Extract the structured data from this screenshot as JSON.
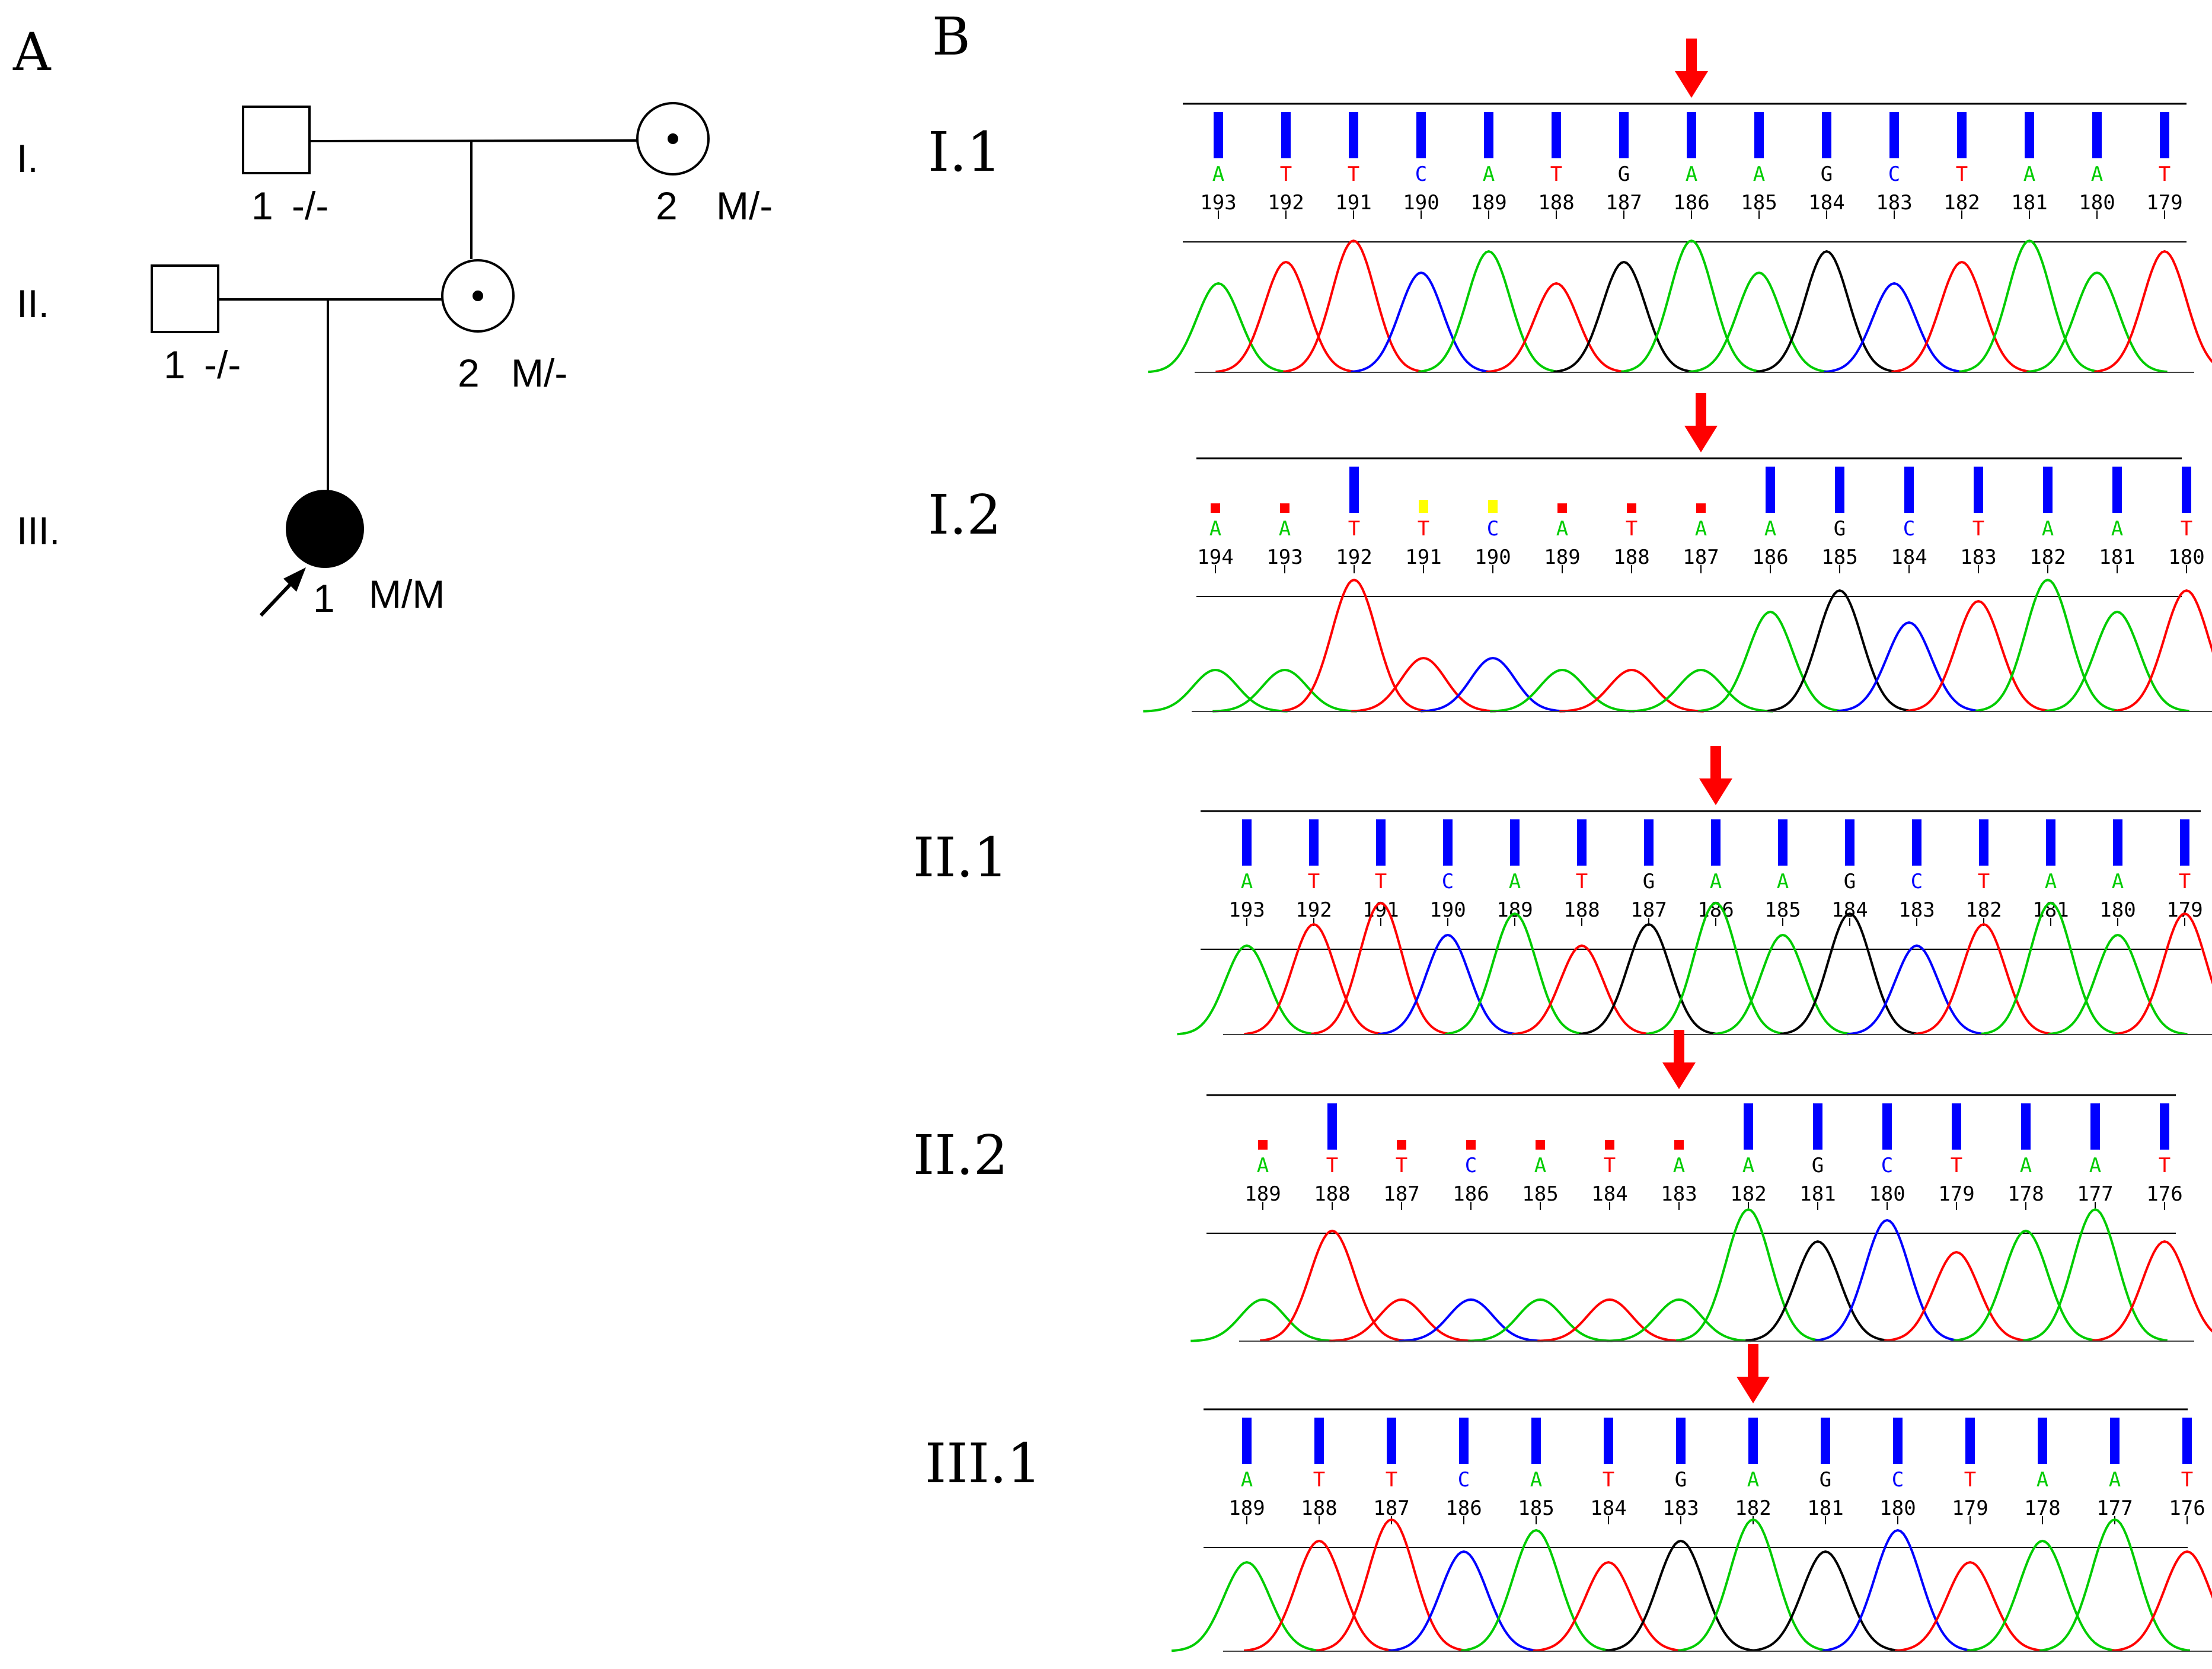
{
  "panels": {
    "a_label": "A",
    "b_label": "B"
  },
  "pedigree": {
    "generations": [
      "I.",
      "II.",
      "III."
    ],
    "individuals": [
      {
        "id": "I-1",
        "sex": "male",
        "status": "unaffected",
        "number": "1",
        "genotype": "-/-"
      },
      {
        "id": "I-2",
        "sex": "female",
        "status": "carrier",
        "number": "2",
        "genotype": "M/-"
      },
      {
        "id": "II-1",
        "sex": "male",
        "status": "unaffected",
        "number": "1",
        "genotype": "-/-"
      },
      {
        "id": "II-2",
        "sex": "female",
        "status": "carrier",
        "number": "2",
        "genotype": "M/-"
      },
      {
        "id": "III-1",
        "sex": "female",
        "status": "affected",
        "proband": true,
        "number": "1",
        "genotype": "M/M"
      }
    ]
  },
  "colors": {
    "A": "#00cc00",
    "T": "#ff0000",
    "C": "#0000ff",
    "G": "#000000",
    "quality_high": "#0000ff",
    "quality_low": "#ff0000",
    "quality_mid": "#ffff00",
    "arrow": "#ff0000"
  },
  "chromatograms": [
    {
      "label": "I.1",
      "bases": [
        "A",
        "T",
        "T",
        "C",
        "A",
        "T",
        "G",
        "A",
        "A",
        "G",
        "C",
        "T",
        "A",
        "A",
        "T"
      ],
      "positions": [
        "193",
        "192",
        "191",
        "190",
        "189",
        "188",
        "187",
        "186",
        "185",
        "184",
        "183",
        "182",
        "181",
        "180",
        "179"
      ],
      "quality": [
        "high",
        "high",
        "high",
        "high",
        "high",
        "high",
        "high",
        "high",
        "high",
        "high",
        "high",
        "high",
        "high",
        "high",
        "high"
      ],
      "arrow_index": 7
    },
    {
      "label": "I.2",
      "bases": [
        "A",
        "A",
        "T",
        "T",
        "C",
        "A",
        "T",
        "A",
        "A",
        "G",
        "C",
        "T",
        "A",
        "A",
        "T"
      ],
      "positions": [
        "194",
        "193",
        "192",
        "191",
        "190",
        "189",
        "188",
        "187",
        "186",
        "185",
        "184",
        "183",
        "182",
        "181",
        "180"
      ],
      "quality": [
        "low",
        "low",
        "high",
        "mid",
        "mid",
        "low",
        "low",
        "low",
        "high",
        "high",
        "high",
        "high",
        "high",
        "high",
        "high"
      ],
      "arrow_index": 7
    },
    {
      "label": "II.1",
      "bases": [
        "A",
        "T",
        "T",
        "C",
        "A",
        "T",
        "G",
        "A",
        "A",
        "G",
        "C",
        "T",
        "A",
        "A",
        "T"
      ],
      "positions": [
        "193",
        "192",
        "191",
        "190",
        "189",
        "188",
        "187",
        "186",
        "185",
        "184",
        "183",
        "182",
        "181",
        "180",
        "179"
      ],
      "quality": [
        "high",
        "high",
        "high",
        "high",
        "high",
        "high",
        "high",
        "high",
        "high",
        "high",
        "high",
        "high",
        "high",
        "high",
        "high"
      ],
      "arrow_index": 7
    },
    {
      "label": "II.2",
      "bases": [
        "A",
        "T",
        "T",
        "C",
        "A",
        "T",
        "A",
        "A",
        "G",
        "C",
        "T",
        "A",
        "A",
        "T"
      ],
      "positions": [
        "189",
        "188",
        "187",
        "186",
        "185",
        "184",
        "183",
        "182",
        "181",
        "180",
        "179",
        "178",
        "177",
        "176"
      ],
      "quality": [
        "low",
        "high",
        "low",
        "low",
        "low",
        "low",
        "low",
        "high",
        "high",
        "high",
        "high",
        "high",
        "high",
        "high"
      ],
      "arrow_index": 6
    },
    {
      "label": "III.1",
      "bases": [
        "A",
        "T",
        "T",
        "C",
        "A",
        "T",
        "G",
        "A",
        "G",
        "C",
        "T",
        "A",
        "A",
        "T"
      ],
      "positions": [
        "189",
        "188",
        "187",
        "186",
        "185",
        "184",
        "183",
        "182",
        "181",
        "180",
        "179",
        "178",
        "177",
        "176"
      ],
      "quality": [
        "high",
        "high",
        "high",
        "high",
        "high",
        "high",
        "high",
        "high",
        "high",
        "high",
        "high",
        "high",
        "high",
        "high"
      ],
      "arrow_index": 7
    }
  ]
}
